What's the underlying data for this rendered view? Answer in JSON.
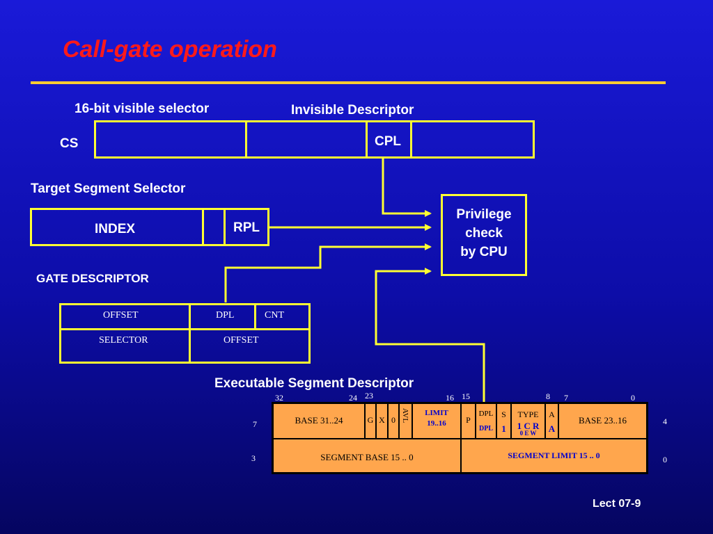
{
  "title": "Call-gate operation",
  "cs_register": {
    "visible_label": "16-bit visible selector",
    "invisible_label": "Invisible Descriptor",
    "reg_name": "CS",
    "cpl_field": "CPL"
  },
  "target_selector": {
    "label": "Target Segment Selector",
    "index_field": "INDEX",
    "rpl_field": "RPL"
  },
  "privilege_check": {
    "line1": "Privilege",
    "line2": "check",
    "line3": "by CPU"
  },
  "gate_descriptor": {
    "label": "GATE DESCRIPTOR",
    "row1": [
      "OFFSET",
      "DPL",
      "CNT"
    ],
    "row2": [
      "SELECTOR",
      "OFFSET"
    ]
  },
  "segment_descriptor": {
    "label": "Executable Segment Descriptor",
    "bit_labels": [
      "32",
      "24",
      "23",
      "16",
      "15",
      "8",
      "7",
      "0"
    ],
    "row_labels_left": [
      "7",
      "3"
    ],
    "row_labels_right": [
      "4",
      "0"
    ],
    "base_31_24": "BASE 31..24",
    "g": "G",
    "x": "X",
    "zero": "0",
    "avl": "AVL",
    "limit_hi_1": "LIMIT",
    "limit_hi_2": "19..16",
    "p": "P",
    "dpl_top": "DPL",
    "dpl_bottom": "DPL",
    "s_top": "S",
    "s_bottom": "1",
    "type_top": "TYPE",
    "type_bits": "1 C R",
    "type_sub": "0 E W",
    "a_top": "A",
    "a_bottom": "A",
    "base_23_16": "BASE 23..16",
    "base_15_0": "SEGMENT BASE 15 .. 0",
    "limit_15_0": "SEGMENT LIMIT 15 .. 0"
  },
  "footer": "Lect 07-9",
  "colors": {
    "title": "#ff1a1a",
    "rule": "#ffcc33",
    "box_border": "#ffff33",
    "segment_fill": "#ffa64d",
    "highlight_text": "#0000cc"
  }
}
